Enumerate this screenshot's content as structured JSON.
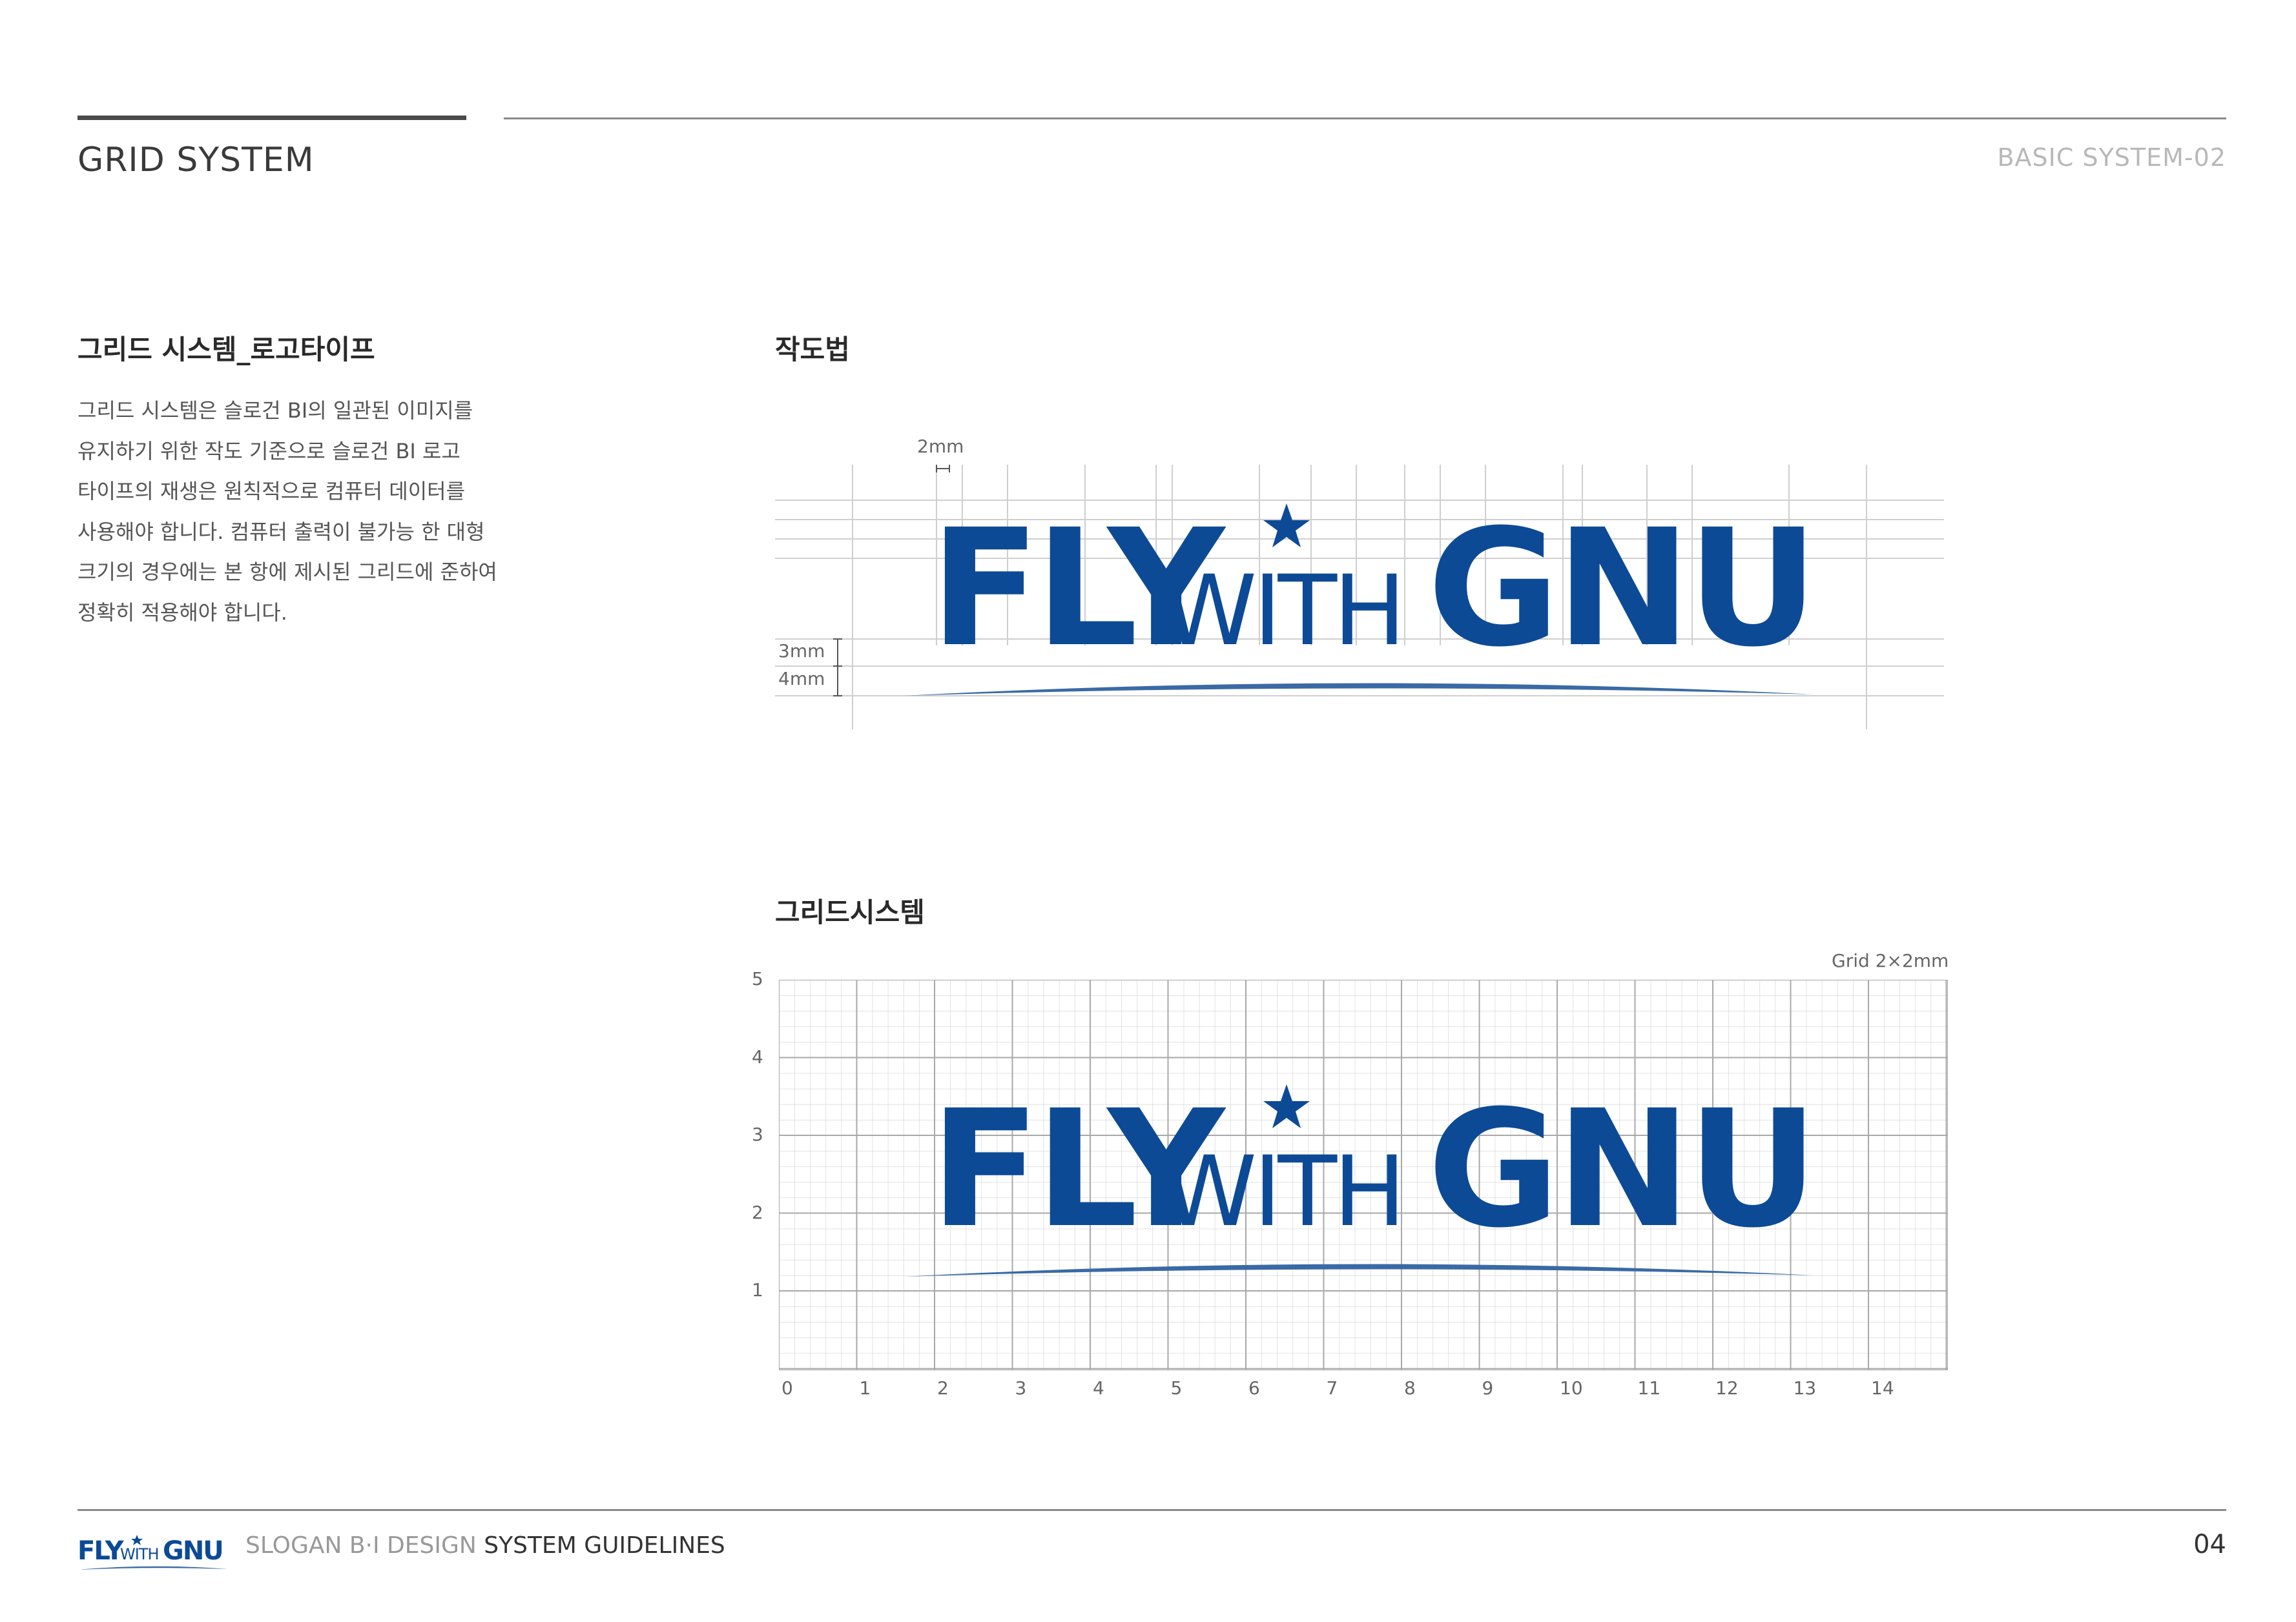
{
  "header": {
    "title": "GRID SYSTEM",
    "code": "BASIC SYSTEM-02"
  },
  "left": {
    "heading": "그리드 시스템_로고타이프",
    "paragraph_lines": [
      "그리드 시스템은 슬로건 BI의 일관된 이미지를",
      "유지하기 위한 작도 기준으로 슬로건 BI 로고",
      "타이프의 재생은 원칙적으로 컴퓨터 데이터를",
      "사용해야 합니다. 컴퓨터 출력이 불가능 한 대형",
      "크기의 경우에는 본 항에 제시된 그리드에 준하여",
      "정확히 적용해야 합니다."
    ]
  },
  "construction": {
    "heading": "작도법",
    "dim_top": "2mm",
    "dim_mid": "3mm",
    "dim_bottom": "4mm"
  },
  "grid": {
    "heading": "그리드시스템",
    "caption": "Grid 2×2mm",
    "x_ticks": [
      "0",
      "1",
      "2",
      "3",
      "4",
      "5",
      "6",
      "7",
      "8",
      "9",
      "10",
      "11",
      "12",
      "13",
      "14"
    ],
    "y_ticks": [
      "5",
      "4",
      "3",
      "2",
      "1"
    ]
  },
  "logo": {
    "main_1": "FLY",
    "main_2": "WITH",
    "main_3": "GNU",
    "color": "#0c4a96",
    "swoosh_color": "#3a6aa6"
  },
  "footer": {
    "logo_text": "FLY WITH GNU",
    "light_text": "SLOGAN B·I DESIGN ",
    "dark_text": "SYSTEM GUIDELINES",
    "page_number": "04"
  }
}
